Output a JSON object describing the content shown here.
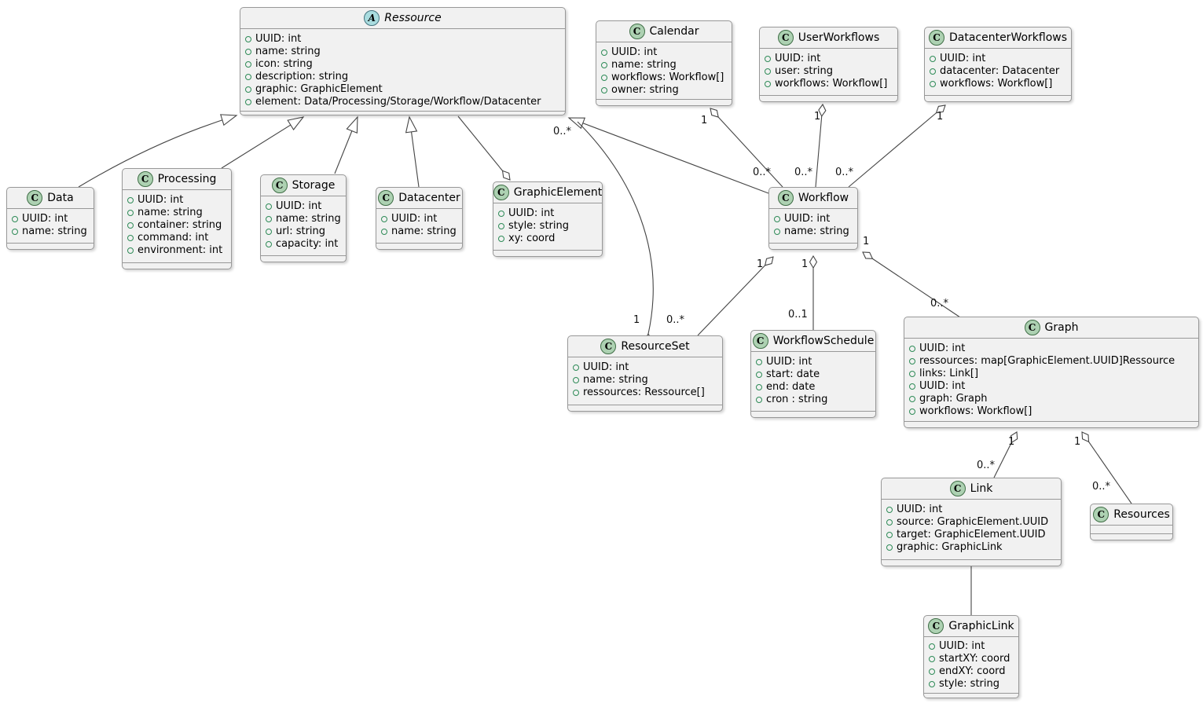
{
  "diagram": {
    "kind": "uml-class-diagram",
    "colors": {
      "box_fill": "#f1f1f1",
      "box_border": "#989898",
      "class_icon_fill": "#ADD1B2",
      "abstract_icon_fill": "#A9DCDF",
      "field_bullet": "#2e8b57",
      "edge": "#454545"
    },
    "classes": [
      {
        "name": "Ressource",
        "icon_letter": "A",
        "abstract": true,
        "attributes": [
          "UUID: int",
          "name: string",
          "icon: string",
          "description: string",
          "graphic: GraphicElement",
          "element: Data/Processing/Storage/Workflow/Datacenter"
        ]
      },
      {
        "name": "Calendar",
        "icon_letter": "C",
        "abstract": false,
        "attributes": [
          "UUID: int",
          "name: string",
          "workflows: Workflow[]",
          "owner: string"
        ]
      },
      {
        "name": "UserWorkflows",
        "icon_letter": "C",
        "abstract": false,
        "attributes": [
          "UUID: int",
          "user: string",
          "workflows: Workflow[]"
        ]
      },
      {
        "name": "DatacenterWorkflows",
        "icon_letter": "C",
        "abstract": false,
        "attributes": [
          "UUID: int",
          "datacenter: Datacenter",
          "workflows: Workflow[]"
        ]
      },
      {
        "name": "Data",
        "icon_letter": "C",
        "abstract": false,
        "attributes": [
          "UUID: int",
          "name: string"
        ]
      },
      {
        "name": "Processing",
        "icon_letter": "C",
        "abstract": false,
        "attributes": [
          "UUID: int",
          "name: string",
          "container: string",
          "command: int",
          "environment: int"
        ]
      },
      {
        "name": "Storage",
        "icon_letter": "C",
        "abstract": false,
        "attributes": [
          "UUID: int",
          "name: string",
          "url: string",
          "capacity: int"
        ]
      },
      {
        "name": "Datacenter",
        "icon_letter": "C",
        "abstract": false,
        "attributes": [
          "UUID: int",
          "name: string"
        ]
      },
      {
        "name": "GraphicElement",
        "icon_letter": "C",
        "abstract": false,
        "attributes": [
          "UUID: int",
          "style: string",
          "xy: coord"
        ]
      },
      {
        "name": "Workflow",
        "icon_letter": "C",
        "abstract": false,
        "attributes": [
          "UUID: int",
          "name: string"
        ]
      },
      {
        "name": "ResourceSet",
        "icon_letter": "C",
        "abstract": false,
        "attributes": [
          "UUID: int",
          "name: string",
          "ressources: Ressource[]"
        ]
      },
      {
        "name": "WorkflowSchedule",
        "icon_letter": "C",
        "abstract": false,
        "attributes": [
          "UUID: int",
          "start: date",
          "end: date",
          "cron : string"
        ]
      },
      {
        "name": "Graph",
        "icon_letter": "C",
        "abstract": false,
        "attributes": [
          "UUID: int",
          "ressources: map[GraphicElement.UUID]Ressource",
          "links: Link[]",
          "UUID: int",
          "graph: Graph",
          "workflows: Workflow[]"
        ]
      },
      {
        "name": "Link",
        "icon_letter": "C",
        "abstract": false,
        "attributes": [
          "UUID: int",
          "source: GraphicElement.UUID",
          "target: GraphicElement.UUID",
          "graphic: GraphicLink"
        ]
      },
      {
        "name": "Resources",
        "icon_letter": "C",
        "abstract": false,
        "attributes": []
      },
      {
        "name": "GraphicLink",
        "icon_letter": "C",
        "abstract": false,
        "attributes": [
          "UUID: int",
          "startXY: coord",
          "endXY: coord",
          "style: string"
        ]
      }
    ],
    "relations": [
      {
        "type": "inheritance",
        "a": "Data",
        "b": "Ressource"
      },
      {
        "type": "inheritance",
        "a": "Processing",
        "b": "Ressource"
      },
      {
        "type": "inheritance",
        "a": "Storage",
        "b": "Ressource"
      },
      {
        "type": "inheritance",
        "a": "Datacenter",
        "b": "Ressource"
      },
      {
        "type": "inheritance",
        "a": "Workflow",
        "b": "Ressource"
      },
      {
        "type": "aggregation",
        "a": "Ressource",
        "b": "GraphicElement",
        "diamond_at": "b"
      },
      {
        "type": "aggregation",
        "a": "Calendar",
        "b": "Workflow",
        "diamond_at": "a",
        "a_mult": "1",
        "b_mult": "0..*"
      },
      {
        "type": "aggregation",
        "a": "UserWorkflows",
        "b": "Workflow",
        "diamond_at": "a",
        "a_mult": "1",
        "b_mult": "0..*"
      },
      {
        "type": "aggregation",
        "a": "DatacenterWorkflows",
        "b": "Workflow",
        "diamond_at": "a",
        "a_mult": "1",
        "b_mult": "0..*"
      },
      {
        "type": "aggregation",
        "a": "ResourceSet",
        "b": "Ressource",
        "diamond_at": "a",
        "a_mult": "1",
        "b_mult": "0..*"
      },
      {
        "type": "aggregation",
        "a": "Workflow",
        "b": "ResourceSet",
        "diamond_at": "a",
        "a_mult": "1",
        "b_mult": "0..*"
      },
      {
        "type": "aggregation",
        "a": "Workflow",
        "b": "WorkflowSchedule",
        "diamond_at": "a",
        "a_mult": "1",
        "b_mult": "0..1"
      },
      {
        "type": "aggregation",
        "a": "Workflow",
        "b": "Graph",
        "diamond_at": "a",
        "a_mult": "1",
        "b_mult": "0..*"
      },
      {
        "type": "aggregation",
        "a": "Graph",
        "b": "Link",
        "diamond_at": "a",
        "a_mult": "1",
        "b_mult": "0..*"
      },
      {
        "type": "aggregation",
        "a": "Graph",
        "b": "Resources",
        "diamond_at": "a",
        "a_mult": "1",
        "b_mult": "0..*"
      },
      {
        "type": "association",
        "a": "Link",
        "b": "GraphicLink"
      }
    ]
  }
}
